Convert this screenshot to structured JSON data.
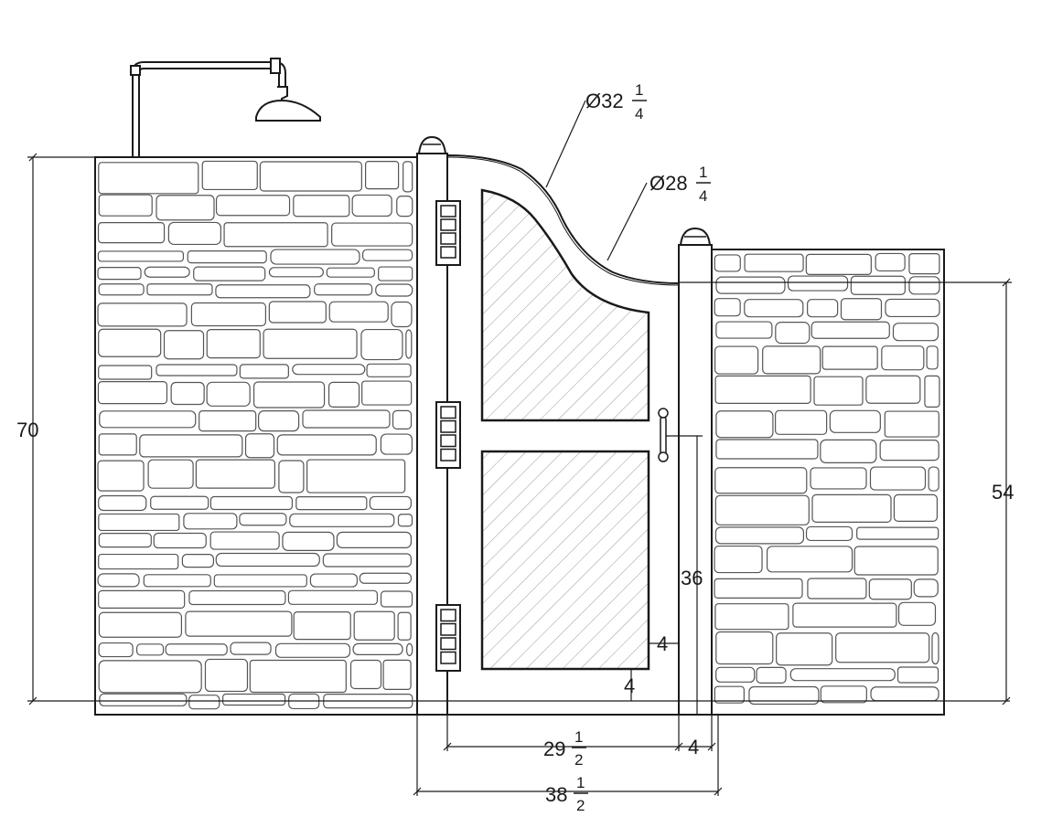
{
  "drawing": {
    "subject": "gate-between-stone-walls-with-shower",
    "stroke_color": "#1a1a1a",
    "stone_color": "#555555",
    "panel_fill": "#ffffff",
    "hatch_color": "#9a9a9a",
    "icons": [
      "shower-head-icon",
      "hinge-icon",
      "latch-icon",
      "post-cap-icon"
    ]
  },
  "dimensions": {
    "left_wall_height": "70",
    "right_wall_height": "54",
    "latch_height": "36",
    "panel_gap_side": "4",
    "panel_gap_bottom": "4",
    "post_width": "4",
    "gate_width_whole": "29",
    "gate_width_num": "1",
    "gate_width_den": "2",
    "overall_width_whole": "38",
    "overall_width_num": "1",
    "overall_width_den": "2",
    "outer_radius_whole": "Ø32",
    "outer_radius_num": "1",
    "outer_radius_den": "4",
    "inner_radius_whole": "Ø28",
    "inner_radius_num": "1",
    "inner_radius_den": "4"
  }
}
